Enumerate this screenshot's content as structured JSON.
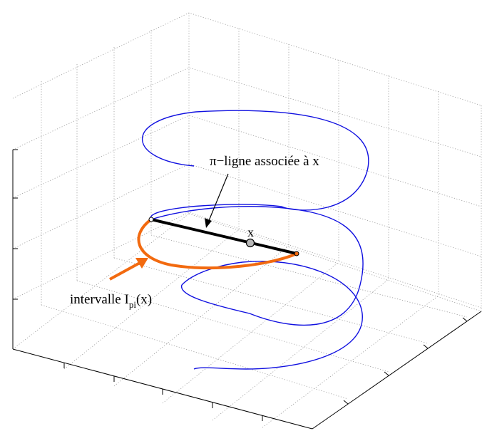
{
  "annotations": {
    "pi_line_label": "π−ligne associée à x",
    "point_label": "x",
    "interval_label_main": "intervalle I",
    "interval_label_sub": "pi",
    "interval_label_suffix": "(x)"
  },
  "colors": {
    "helix": "#1010e0",
    "interval": "#f26a10",
    "pi_line": "#000000",
    "grid": "#9a9a9a",
    "axes": "#000000",
    "point_fill": "#b8b8b8"
  }
}
